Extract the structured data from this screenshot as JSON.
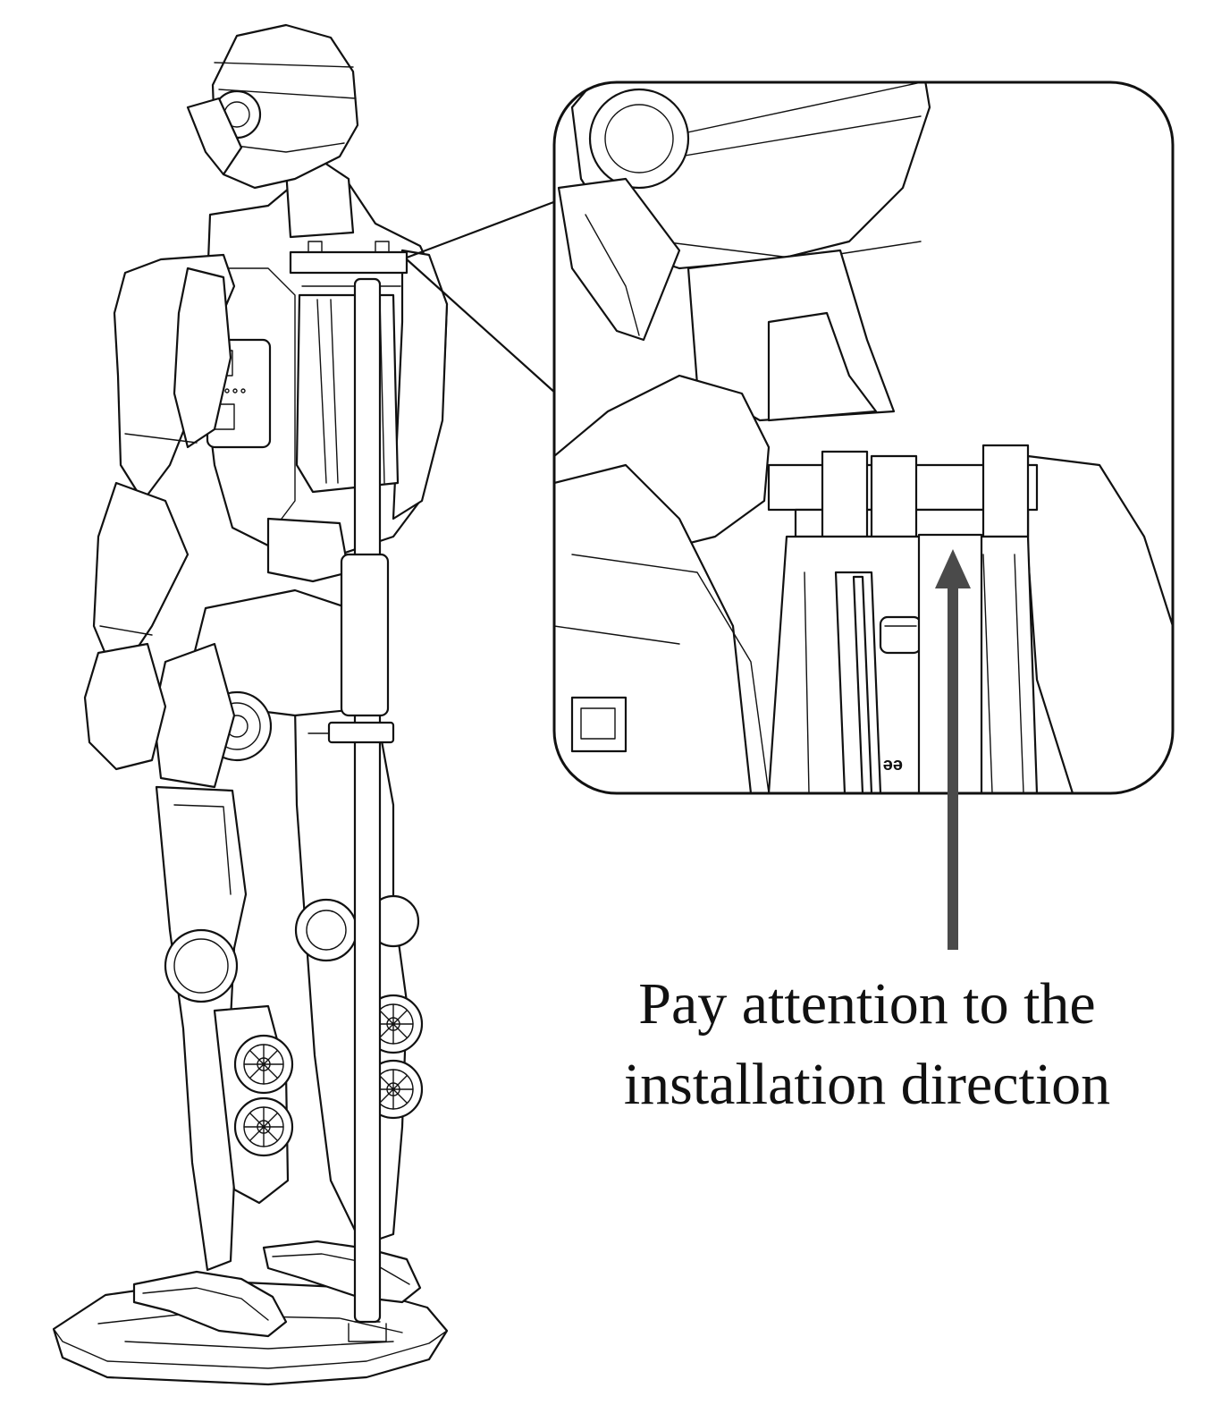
{
  "caption": {
    "line1": "Pay attention to the",
    "line2": "installation direction"
  },
  "colors": {
    "line": "#111111",
    "arrow": "#4a4a4a",
    "background": "#ffffff"
  },
  "icons": {
    "arrow": "up-arrow-icon",
    "robot": "humanoid-robot-illustration",
    "callout": "zoom-callout-frame"
  }
}
